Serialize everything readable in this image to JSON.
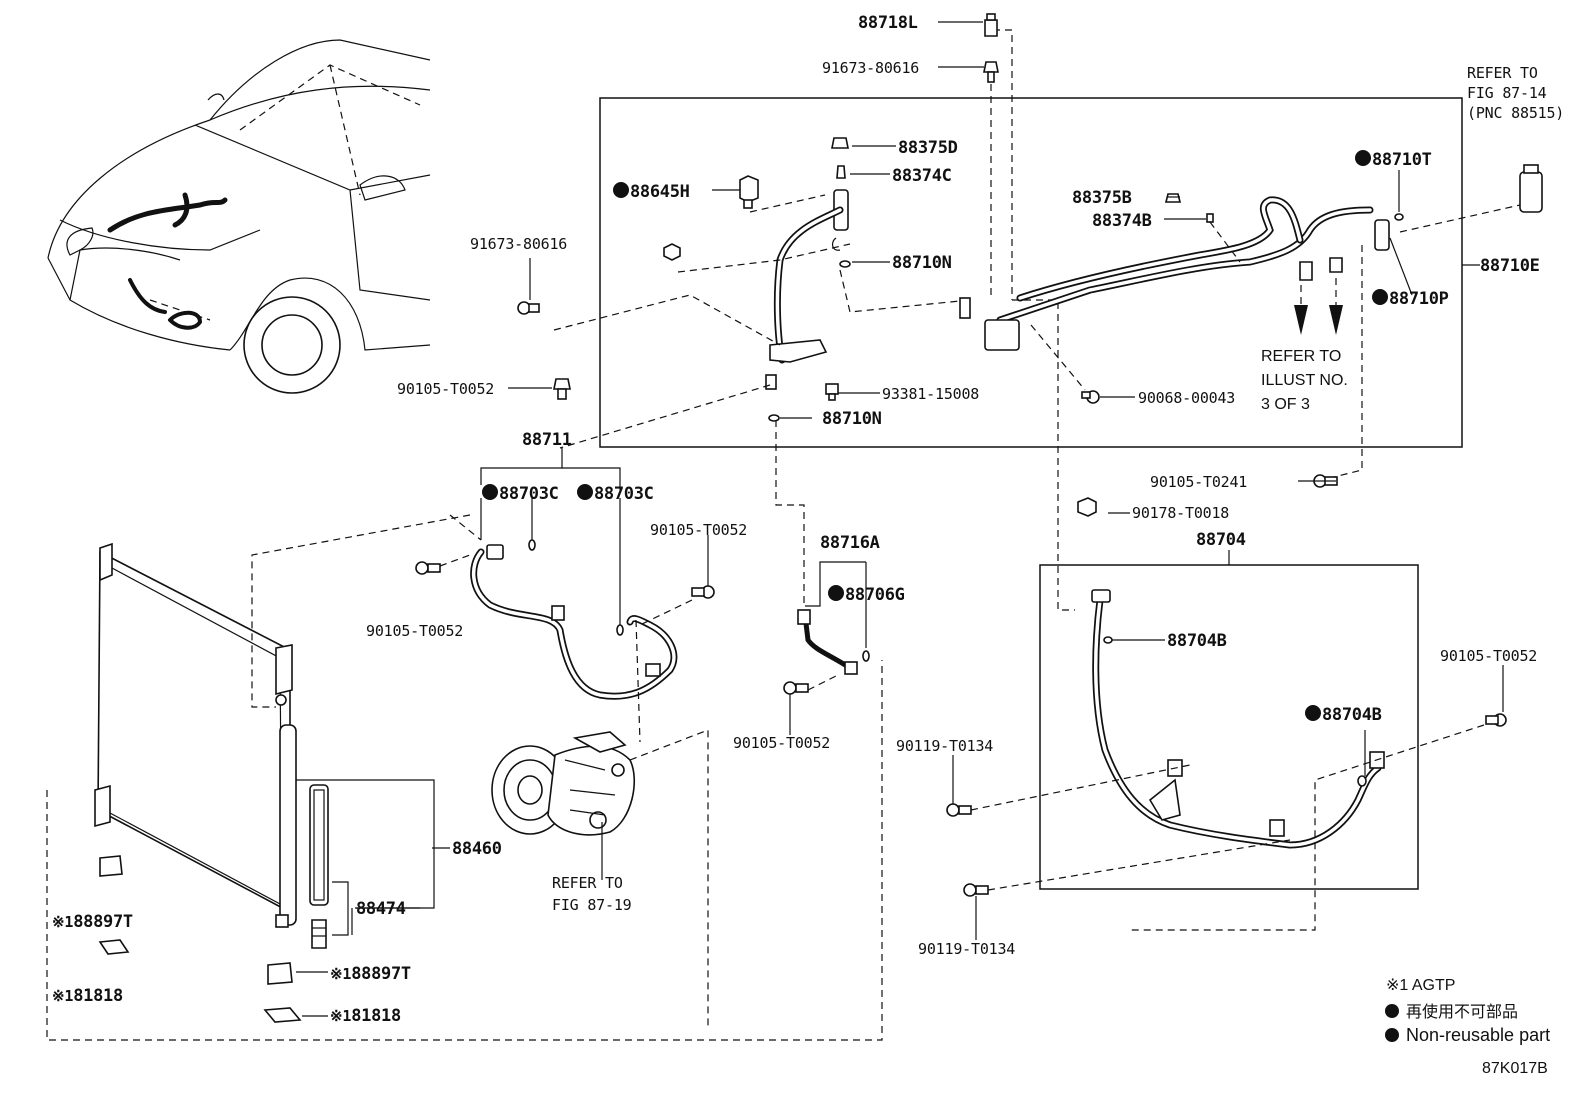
{
  "labels": {
    "l_88718L": "88718L",
    "l_91673_top": "91673-80616",
    "l_88375D": "88375D",
    "l_88374C": "88374C",
    "l_88645H": "88645H",
    "l_88710N_a": "88710N",
    "l_91673_left": "91673-80616",
    "l_88375B": "88375B",
    "l_88374B": "88374B",
    "l_88710T": "88710T",
    "l_88710E": "88710E",
    "l_88710P": "88710P",
    "l_90105_a": "90105-T0052",
    "l_93381": "93381-15008",
    "l_90068": "90068-00043",
    "l_88710N_b": "88710N",
    "l_88711": "88711",
    "l_88703C_a": "88703C",
    "l_88703C_b": "88703C",
    "l_90105_b": "90105-T0052",
    "l_90105_c": "90105-T0052",
    "l_88716A": "88716A",
    "l_88706G": "88706G",
    "l_90105_d": "90105-T0052",
    "l_90105_T0241": "90105-T0241",
    "l_90178": "90178-T0018",
    "l_88704": "88704",
    "l_88704B_a": "88704B",
    "l_88704B_b": "88704B",
    "l_90105_e": "90105-T0052",
    "l_90119_a": "90119-T0134",
    "l_90119_b": "90119-T0134",
    "l_88460": "88460",
    "l_88474": "88474",
    "l_88897T_a": "88897T",
    "l_81818_a": "81818",
    "l_88897T_b": "88897T",
    "l_81818_b": "81818"
  },
  "refs": {
    "fig_87_14": [
      "REFER TO",
      "FIG 87-14",
      "(PNC 88515)"
    ],
    "illust_3": [
      "REFER TO",
      "ILLUST NO.",
      "3 OF 3"
    ],
    "fig_87_19": [
      "REFER TO",
      "FIG 87-19"
    ]
  },
  "marks": {
    "agtp_prefix": "※1"
  },
  "legend": {
    "agtp": "※1 AGTP",
    "non_reusable_jp": "再使用不可部品",
    "non_reusable_en": "Non-reusable part"
  },
  "figure_code": "87K017B"
}
